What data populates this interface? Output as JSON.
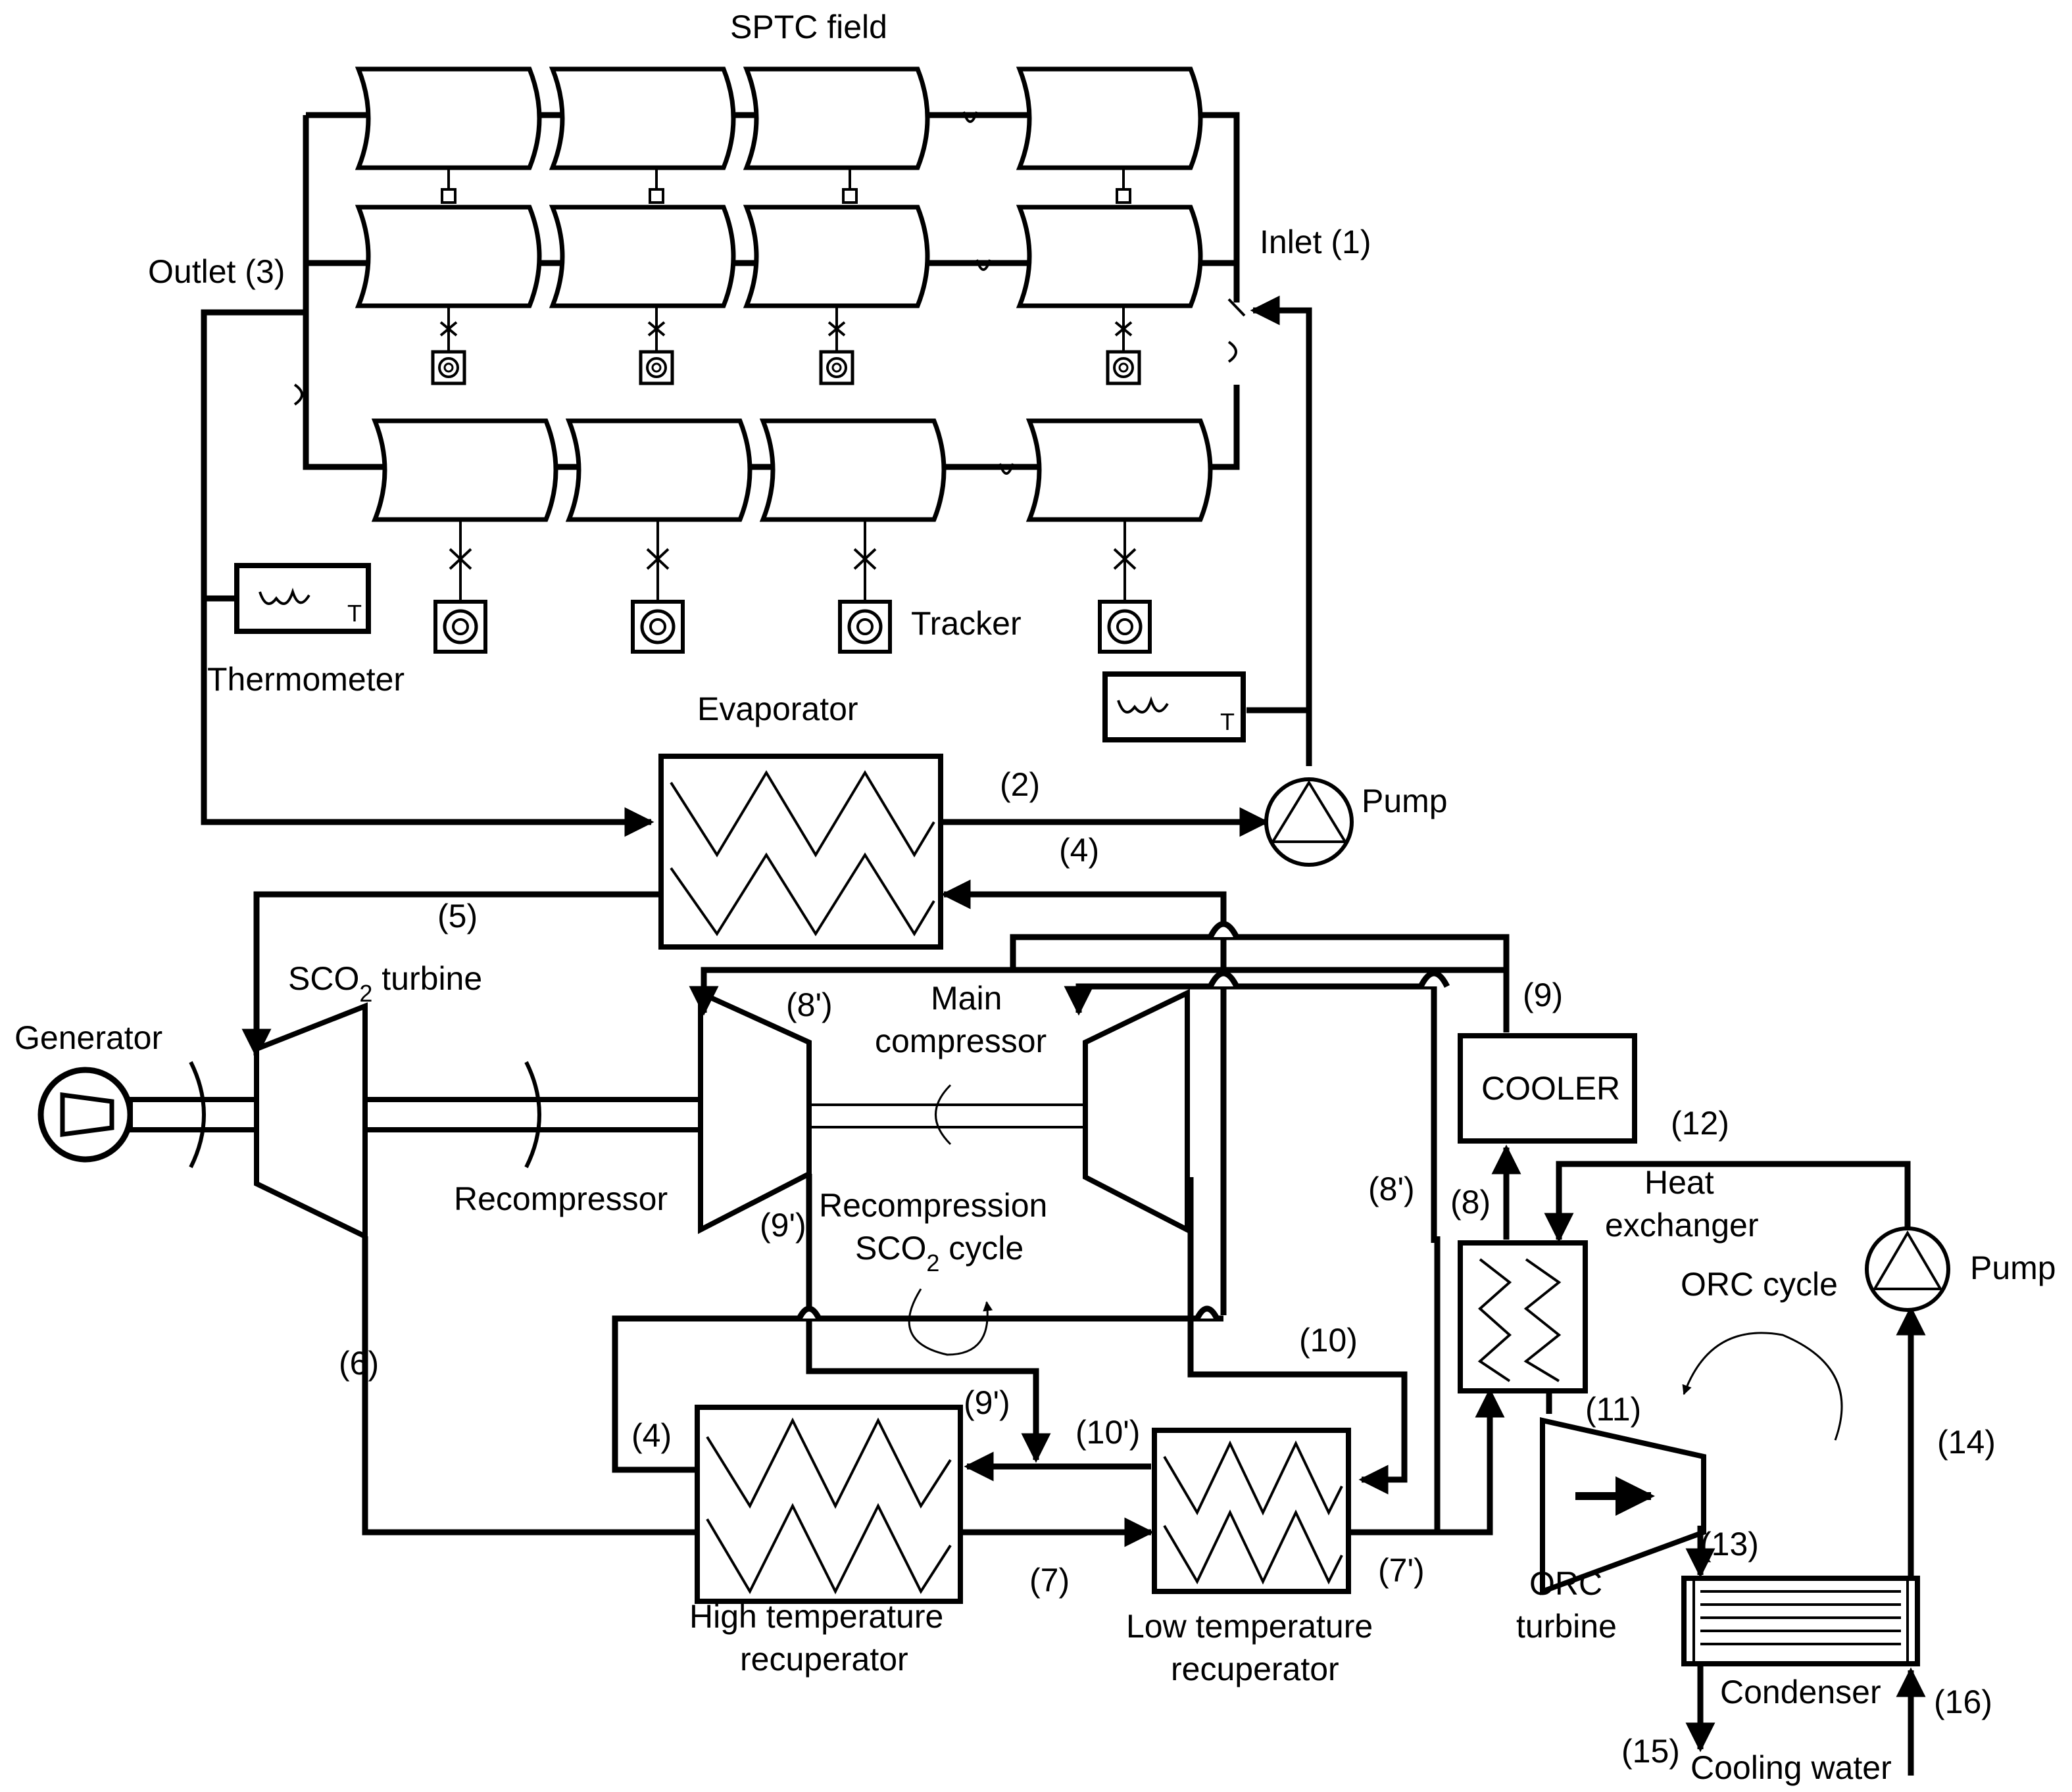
{
  "labels": {
    "sptc_field": "SPTC field",
    "inlet": "Inlet (1)",
    "outlet": "Outlet (3)",
    "tracker": "Tracker",
    "thermometer": "Thermometer",
    "thermo_t": "T",
    "evaporator": "Evaporator",
    "pump_top": "Pump",
    "pump_orc": "Pump",
    "generator": "Generator",
    "sco2_turbine_a": "SCO",
    "sco2_turbine_sub": "2",
    "sco2_turbine_b": " turbine",
    "recompressor": "Recompressor",
    "main_compressor_1": "Main",
    "main_compressor_2": "compressor",
    "recomp_cycle_1": "Recompression",
    "recomp_cycle_2a": "SCO",
    "recomp_cycle_2sub": "2",
    "recomp_cycle_2b": " cycle",
    "cooler": "COOLER",
    "heat_exchanger_1": "Heat",
    "heat_exchanger_2": "exchanger",
    "orc_cycle": "ORC cycle",
    "orc_turbine_1": "ORC",
    "orc_turbine_2": "turbine",
    "htr_1": "High temperature",
    "htr_2": "recuperator",
    "ltr_1": "Low temperature",
    "ltr_2": "recuperator",
    "condenser": "Condenser",
    "cooling_water": "Cooling water"
  },
  "states": {
    "s2": "(2)",
    "s4_top": "(4)",
    "s4_left": "(4)",
    "s5": "(5)",
    "s6": "(6)",
    "s7": "(7)",
    "s7p": "(7')",
    "s8": "(8)",
    "s8p_top": "(8')",
    "s8p_right": "(8')",
    "s9": "(9)",
    "s9p_left": "(9')",
    "s9p_mid": "(9')",
    "s10": "(10)",
    "s10p": "(10')",
    "s11": "(11)",
    "s12": "(12)",
    "s13": "(13)",
    "s14": "(14)",
    "s15": "(15)",
    "s16": "(16)"
  }
}
